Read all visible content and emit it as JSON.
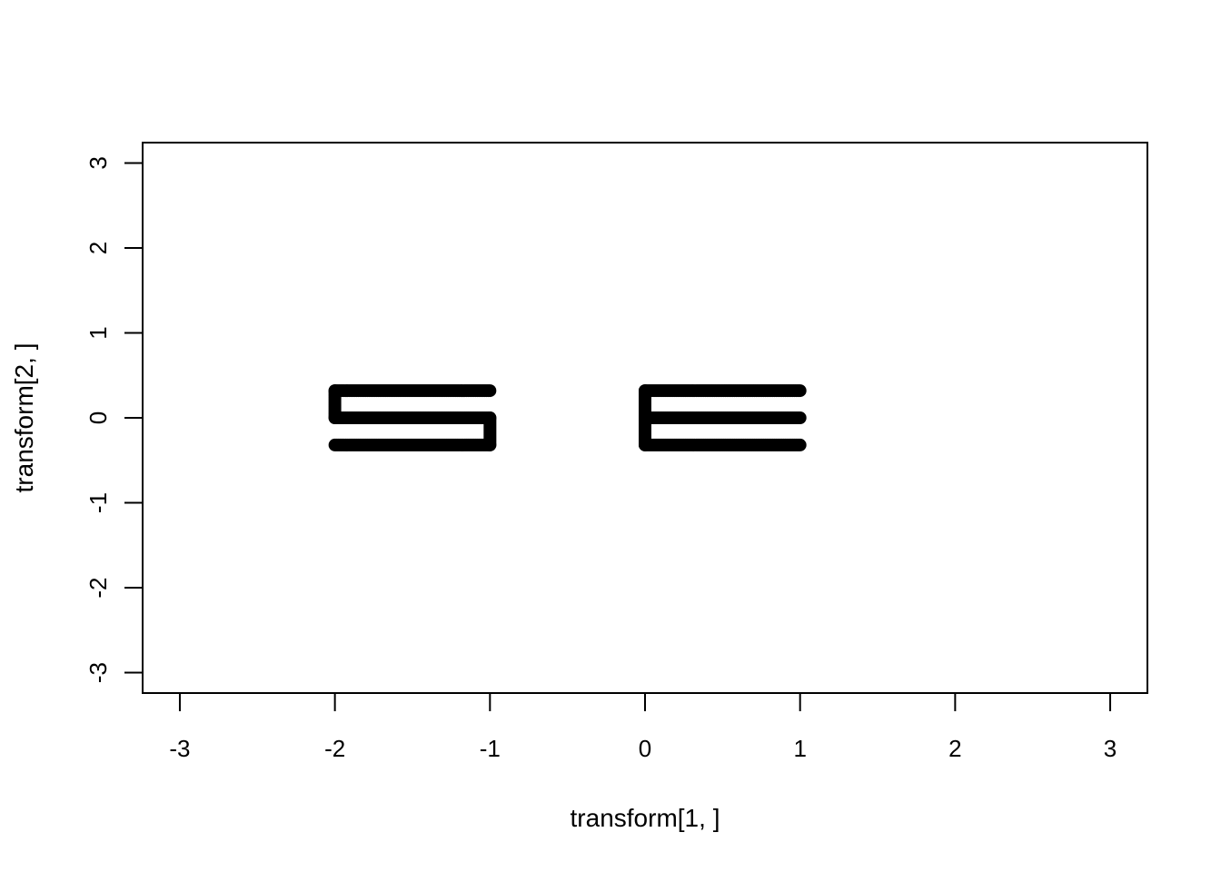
{
  "chart_data": {
    "type": "scatter",
    "title": "",
    "xlabel": "transform[1, ]",
    "ylabel": "transform[2, ]",
    "xlim": [
      -3.24,
      3.24
    ],
    "ylim": [
      -3.24,
      3.24
    ],
    "xticks": [
      -3,
      -2,
      -1,
      0,
      1,
      2,
      3
    ],
    "yticks": [
      -3,
      -2,
      -1,
      0,
      1,
      2,
      3
    ],
    "xtick_labels": [
      "-3",
      "-2",
      "-1",
      "0",
      "1",
      "2",
      "3"
    ],
    "ytick_labels": [
      "-3",
      "-2",
      "-1",
      "0",
      "1",
      "2",
      "3"
    ],
    "grid": false,
    "point_color": "#000000",
    "series": [
      {
        "segments": [
          [
            [
              -1.0,
              0.32
            ],
            [
              -2.0,
              0.32
            ]
          ],
          [
            [
              -2.0,
              0.32
            ],
            [
              -2.0,
              0.0
            ]
          ],
          [
            [
              -2.0,
              0.0
            ],
            [
              -1.0,
              0.0
            ]
          ],
          [
            [
              -1.0,
              0.0
            ],
            [
              -1.0,
              -0.32
            ]
          ],
          [
            [
              -1.0,
              -0.32
            ],
            [
              -2.0,
              -0.32
            ]
          ]
        ]
      },
      {
        "segments": [
          [
            [
              1.0,
              0.32
            ],
            [
              0.0,
              0.32
            ]
          ],
          [
            [
              0.0,
              0.32
            ],
            [
              0.0,
              -0.32
            ]
          ],
          [
            [
              0.0,
              0.0
            ],
            [
              1.0,
              0.0
            ]
          ],
          [
            [
              0.0,
              -0.32
            ],
            [
              1.0,
              -0.32
            ]
          ]
        ]
      }
    ]
  }
}
